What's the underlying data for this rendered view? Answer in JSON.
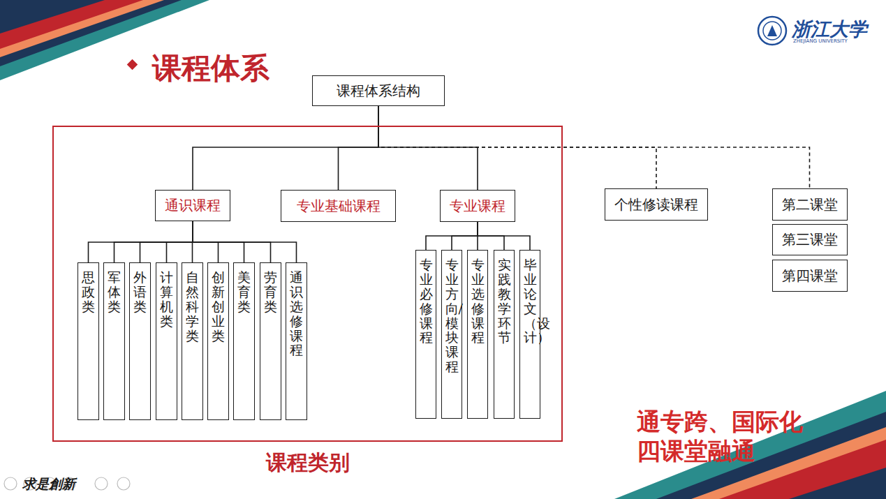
{
  "diagram": {
    "title": "课程体系",
    "nodes": [
      {
        "text": [
          "课程体系结构"
        ]
      },
      {
        "text": [
          "课程类别"
        ]
      },
      {
        "text": [
          "通识课程"
        ],
        "in": 1
      },
      {
        "text": [
          "专业基础课程"
        ],
        "in": 1
      },
      {
        "text": [
          "专业课程"
        ],
        "in": 1
      },
      {
        "text": [
          "个性修读课程"
        ]
      },
      {
        "text": [
          "第二课堂"
        ]
      },
      {
        "text": [
          "第三课堂"
        ]
      },
      {
        "text": [
          "第四课堂"
        ]
      },
      {
        "text": [
          "思政类"
        ],
        "in": 1
      },
      {
        "text": [
          "军体类"
        ],
        "in": 1
      },
      {
        "text": [
          "外语类"
        ],
        "in": 1
      },
      {
        "text": [
          "计算机类"
        ],
        "in": 1
      },
      {
        "text": [
          "自然科学类"
        ],
        "in": 1
      },
      {
        "text": [
          "创新创业类"
        ],
        "in": 1
      },
      {
        "text": [
          "美育类"
        ],
        "in": 1
      },
      {
        "text": [
          "劳育类"
        ],
        "in": 1
      },
      {
        "text": [
          "通识选修课程"
        ],
        "in": 1
      },
      {
        "text": [
          "专业必修课程"
        ],
        "in": 1
      },
      {
        "text": [
          "专业方向/模块课程"
        ],
        "in": 1
      },
      {
        "text": [
          "专业选修课程"
        ],
        "in": 1
      },
      {
        "text": [
          "实践教学环节"
        ],
        "in": 1
      },
      {
        "text": [
          "毕业论文（设计）"
        ],
        "in": 1
      }
    ],
    "edges": [
      {
        "from": 0,
        "to": 2,
        "arrow": "none"
      },
      {
        "from": 0,
        "to": 3,
        "arrow": "none"
      },
      {
        "from": 0,
        "to": 4,
        "arrow": "none"
      },
      {
        "from": 0,
        "to": 5,
        "arrow": "none"
      },
      {
        "from": 0,
        "to": 6,
        "arrow": "none"
      },
      {
        "from": 2,
        "to": 9,
        "arrow": "none"
      },
      {
        "from": 2,
        "to": 10,
        "arrow": "none"
      },
      {
        "from": 2,
        "to": 11,
        "arrow": "none"
      },
      {
        "from": 2,
        "to": 12,
        "arrow": "none"
      },
      {
        "from": 2,
        "to": 13,
        "arrow": "none"
      },
      {
        "from": 2,
        "to": 14,
        "arrow": "none"
      },
      {
        "from": 2,
        "to": 15,
        "arrow": "none"
      },
      {
        "from": 2,
        "to": 16,
        "arrow": "none"
      },
      {
        "from": 2,
        "to": 17,
        "arrow": "none"
      },
      {
        "from": 4,
        "to": 18,
        "arrow": "none"
      },
      {
        "from": 4,
        "to": 19,
        "arrow": "none"
      },
      {
        "from": 4,
        "to": 20,
        "arrow": "none"
      },
      {
        "from": 4,
        "to": 21,
        "arrow": "none"
      },
      {
        "from": 4,
        "to": 22,
        "arrow": "none"
      }
    ],
    "labels": [
      "浙江大学",
      "ZHEJIANG UNIVERSITY",
      "通专跨、国际化",
      "四课堂融通",
      "求是創新"
    ]
  }
}
